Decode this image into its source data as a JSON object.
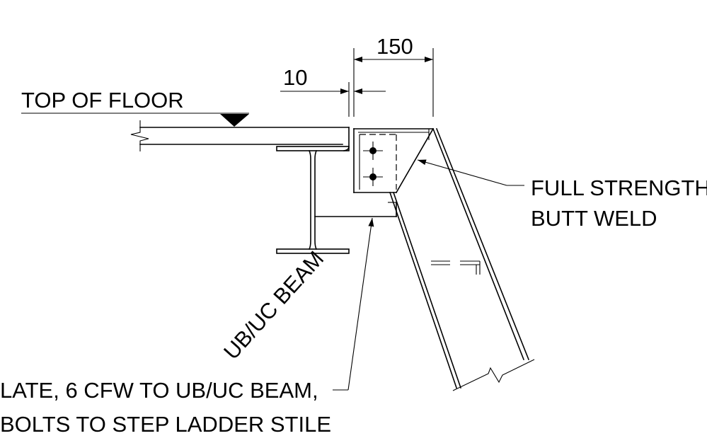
{
  "dimensions": {
    "width_150": "150",
    "gap_10": "10"
  },
  "labels": {
    "top_of_floor": "TOP OF FLOOR",
    "weld_line1": "FULL STRENGTH",
    "weld_line2": "BUTT WELD",
    "beam": "UB/UC BEAM",
    "plate_line1": "LATE, 6 CFW TO UB/UC BEAM,",
    "plate_line2": "BOLTS TO STEP LADDER STILE"
  }
}
